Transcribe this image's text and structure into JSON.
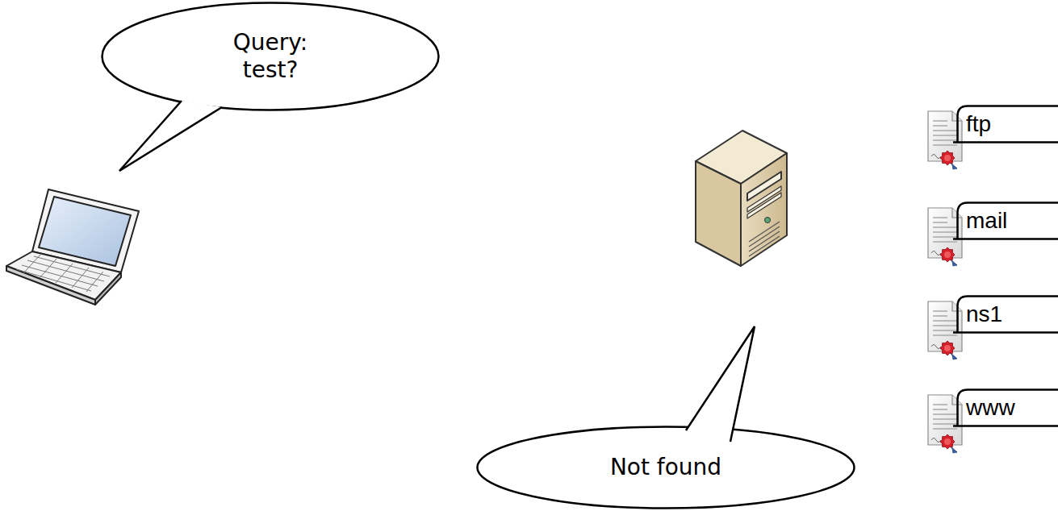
{
  "diagram": {
    "nodes": [
      {
        "text": [
          "Query: test?"
        ]
      },
      {
        "text": [
          "ftp"
        ]
      },
      {
        "text": [
          "mail"
        ]
      },
      {
        "text": [
          "ns1"
        ]
      },
      {
        "text": [
          "www"
        ]
      },
      {
        "text": [
          "Not found"
        ]
      }
    ]
  }
}
